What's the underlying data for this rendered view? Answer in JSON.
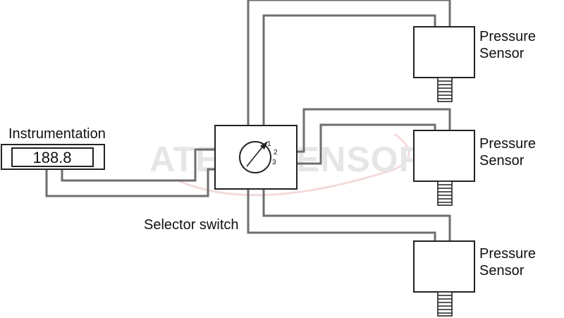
{
  "watermark": "ATECHSENSOR",
  "instrumentation": {
    "label": "Instrumentation",
    "reading": "188.8"
  },
  "selector": {
    "label": "Selector switch",
    "positions": [
      "1",
      "2",
      "3"
    ]
  },
  "sensors": [
    {
      "label_line1": "Pressure",
      "label_line2": "Sensor"
    },
    {
      "label_line1": "Pressure",
      "label_line2": "Sensor"
    },
    {
      "label_line1": "Pressure",
      "label_line2": "Sensor"
    }
  ],
  "colors": {
    "wire": "#6e6e6e",
    "outline": "#222222",
    "watermark": "#e6e6e6"
  }
}
